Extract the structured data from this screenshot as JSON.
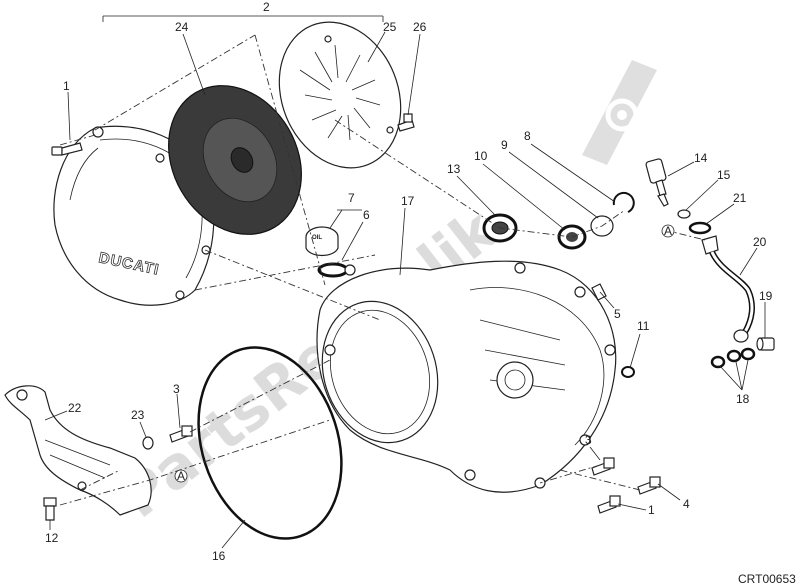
{
  "drawing_code": "CRT00653",
  "watermark": "PartsRepublik",
  "stamped_text": {
    "brand": "DUCATI",
    "oil_cap": "OIL"
  },
  "reference_marker": "A",
  "callouts": [
    {
      "id": "c2",
      "text": "2"
    },
    {
      "id": "c24",
      "text": "24"
    },
    {
      "id": "c25",
      "text": "25"
    },
    {
      "id": "c26",
      "text": "26"
    },
    {
      "id": "c1a",
      "text": "1"
    },
    {
      "id": "c7",
      "text": "7"
    },
    {
      "id": "c6",
      "text": "6"
    },
    {
      "id": "c17",
      "text": "17"
    },
    {
      "id": "c13",
      "text": "13"
    },
    {
      "id": "c10",
      "text": "10"
    },
    {
      "id": "c9",
      "text": "9"
    },
    {
      "id": "c8",
      "text": "8"
    },
    {
      "id": "c14",
      "text": "14"
    },
    {
      "id": "c15",
      "text": "15"
    },
    {
      "id": "c21",
      "text": "21"
    },
    {
      "id": "c20",
      "text": "20"
    },
    {
      "id": "c19",
      "text": "19"
    },
    {
      "id": "c18",
      "text": "18"
    },
    {
      "id": "c5",
      "text": "5"
    },
    {
      "id": "c11",
      "text": "11"
    },
    {
      "id": "c22",
      "text": "22"
    },
    {
      "id": "c23",
      "text": "23"
    },
    {
      "id": "c3a",
      "text": "3"
    },
    {
      "id": "c12",
      "text": "12"
    },
    {
      "id": "c16",
      "text": "16"
    },
    {
      "id": "c3b",
      "text": "3"
    },
    {
      "id": "c4",
      "text": "4"
    },
    {
      "id": "c1b",
      "text": "1"
    }
  ]
}
